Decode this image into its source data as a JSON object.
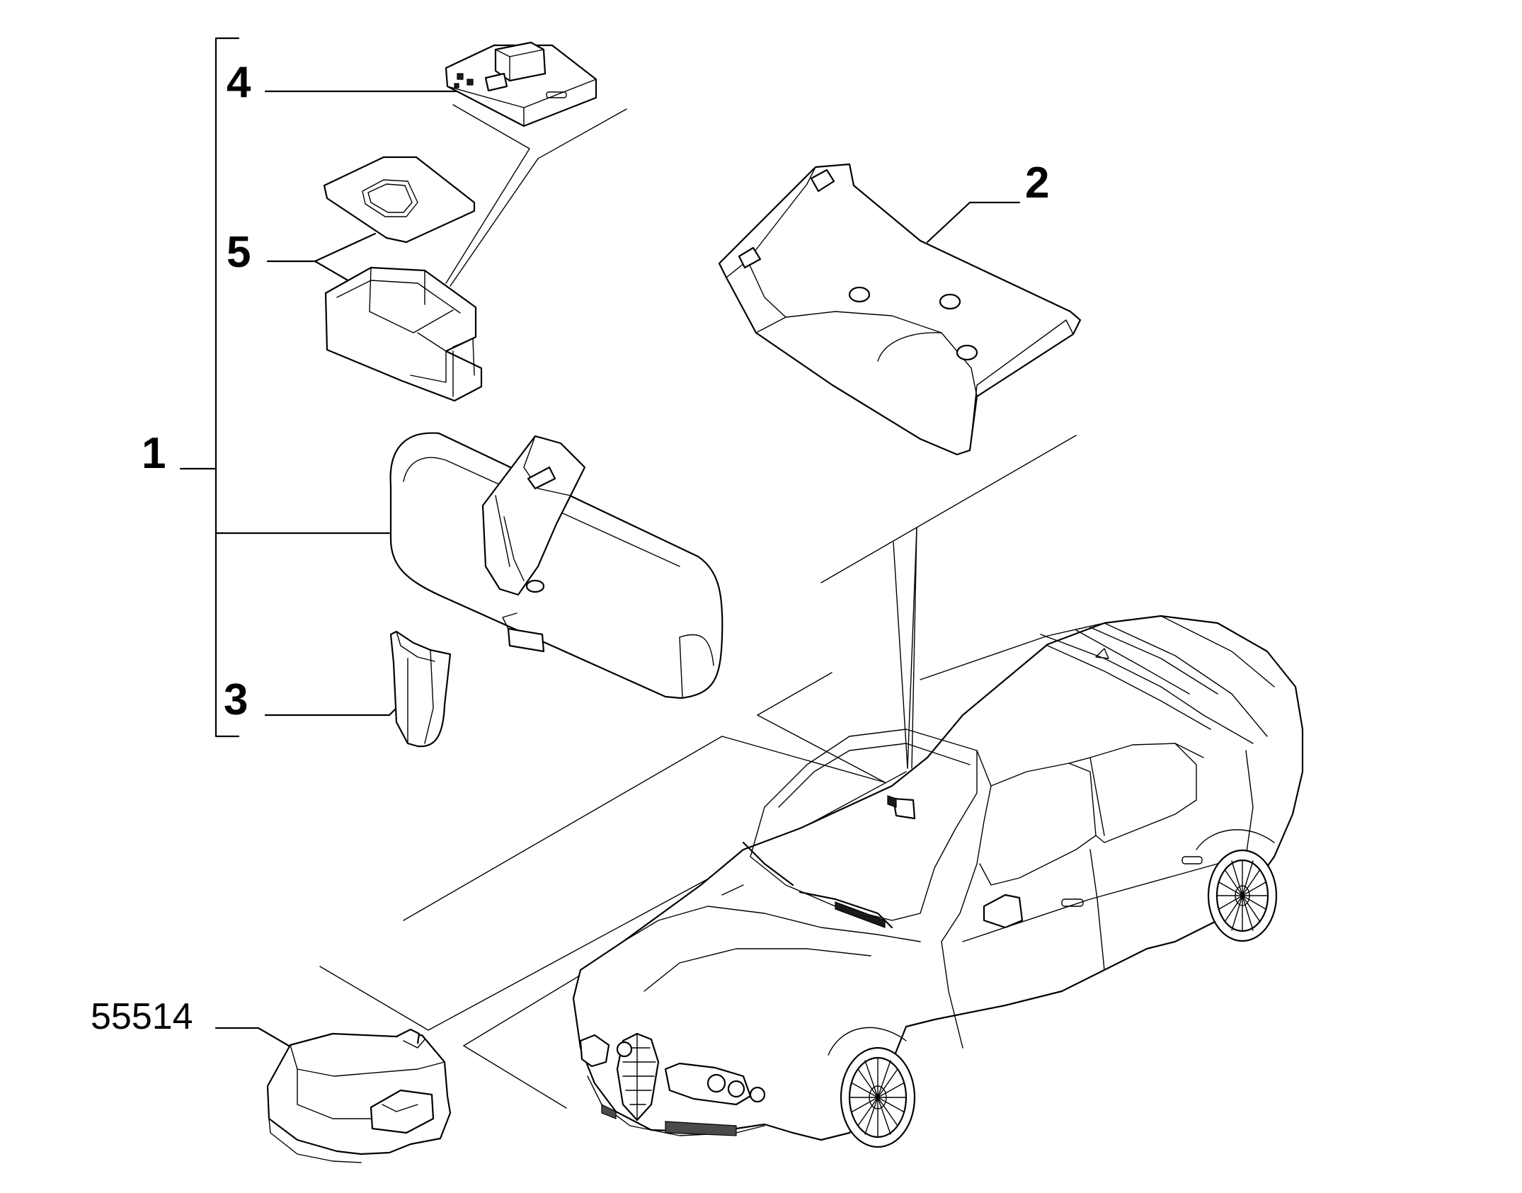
{
  "labels": {
    "assembly": "1",
    "part_2": "2",
    "part_3": "3",
    "part_4": "4",
    "part_5": "5",
    "sensor": "55514"
  },
  "colors": {
    "ink": "#000000",
    "paper": "#ffffff"
  }
}
